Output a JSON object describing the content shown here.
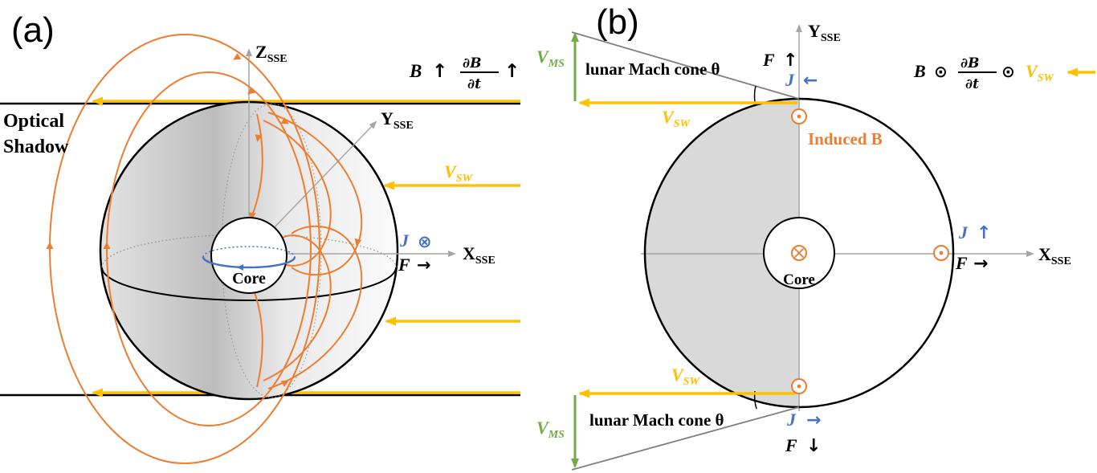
{
  "colors": {
    "orange": "#ED7D31",
    "yellow": "#FFC000",
    "blue": "#4472C4",
    "green": "#70AD47",
    "axis_gray": "#A6A6A6",
    "gray_fill": "#D9D9D9"
  },
  "panel_a": {
    "label": "(a)",
    "optical_shadow_line1": "Optical",
    "optical_shadow_line2": "Shadow",
    "axis_z": {
      "main": "Z",
      "sub": "SSE"
    },
    "axis_y": {
      "main": "Y",
      "sub": "SSE"
    },
    "axis_x": {
      "main": "X",
      "sub": "SSE"
    },
    "formula": {
      "b": "B",
      "b_arrow": "↑",
      "db": "∂B",
      "dt": "∂t",
      "dbdt_arrow": "↑"
    },
    "vsw": {
      "main": "V",
      "sub": "SW"
    },
    "current": {
      "j": "J",
      "j_symbol": "⊗"
    },
    "force": {
      "f": "F",
      "arrow": "→"
    },
    "core": "Core"
  },
  "panel_b": {
    "label": "(b)",
    "axis_y": {
      "main": "Y",
      "sub": "SSE"
    },
    "axis_x": {
      "main": "X",
      "sub": "SSE"
    },
    "formula": {
      "b": "B",
      "b_dot": "⊙",
      "db": "∂B",
      "dt": "∂t",
      "dbdt_dot": "⊙",
      "vsw_main": "V",
      "vsw_sub": "SW"
    },
    "top": {
      "f": "F",
      "f_arrow": "↑",
      "j": "J",
      "j_arrow": "←",
      "vsw": {
        "main": "V",
        "sub": "SW"
      },
      "mach_cone": "lunar Mach cone θ",
      "vms": {
        "main": "V",
        "sub": "MS"
      }
    },
    "induced_b": "Induced B",
    "core": "Core",
    "right": {
      "j": "J",
      "j_arrow": "↑",
      "f": "F",
      "f_arrow": "→"
    },
    "bottom": {
      "vsw": {
        "main": "V",
        "sub": "SW"
      },
      "mach_cone": "lunar Mach cone θ",
      "vms": {
        "main": "V",
        "sub": "MS"
      },
      "j": "J",
      "j_arrow": "→",
      "f": "F",
      "f_arrow": "↓"
    }
  }
}
